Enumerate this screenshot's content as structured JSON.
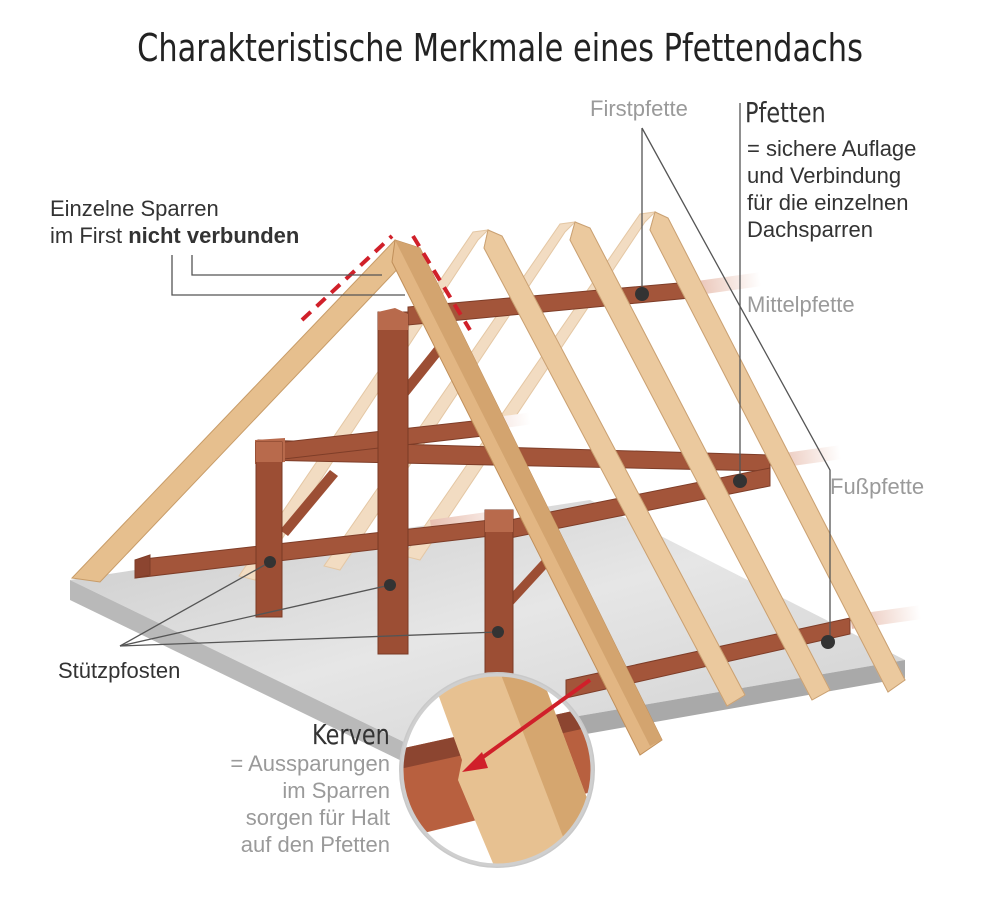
{
  "title": "Charakteristische Merkmale eines Pfettendachs",
  "labels": {
    "firstpfette": "Firstpfette",
    "mittelpfette": "Mittelpfette",
    "fusspfette": "Fußpfette",
    "stuetzpfosten": "Stützpfosten"
  },
  "pfetten": {
    "heading": "Pfetten",
    "lines": [
      "= sichere Auflage",
      "und Verbindung",
      "für die einzelnen",
      "Dachsparren"
    ]
  },
  "sparren_note": {
    "line1": "Einzelne Sparren",
    "line2_plain": "im First ",
    "line2_bold": "nicht verbunden"
  },
  "kerven": {
    "heading": "Kerven",
    "lines": [
      "= Aussparungen",
      "im Sparren",
      "sorgen für Halt",
      "auf den Pfetten"
    ]
  },
  "colors": {
    "rafter": "#e6bf8e",
    "rafter_faded": "#f1d9bb",
    "purlin": "#a3553a",
    "post": "#9c4e34",
    "floor": "#d3d3d3",
    "leader": "#555555",
    "red_accent": "#d0202a"
  }
}
